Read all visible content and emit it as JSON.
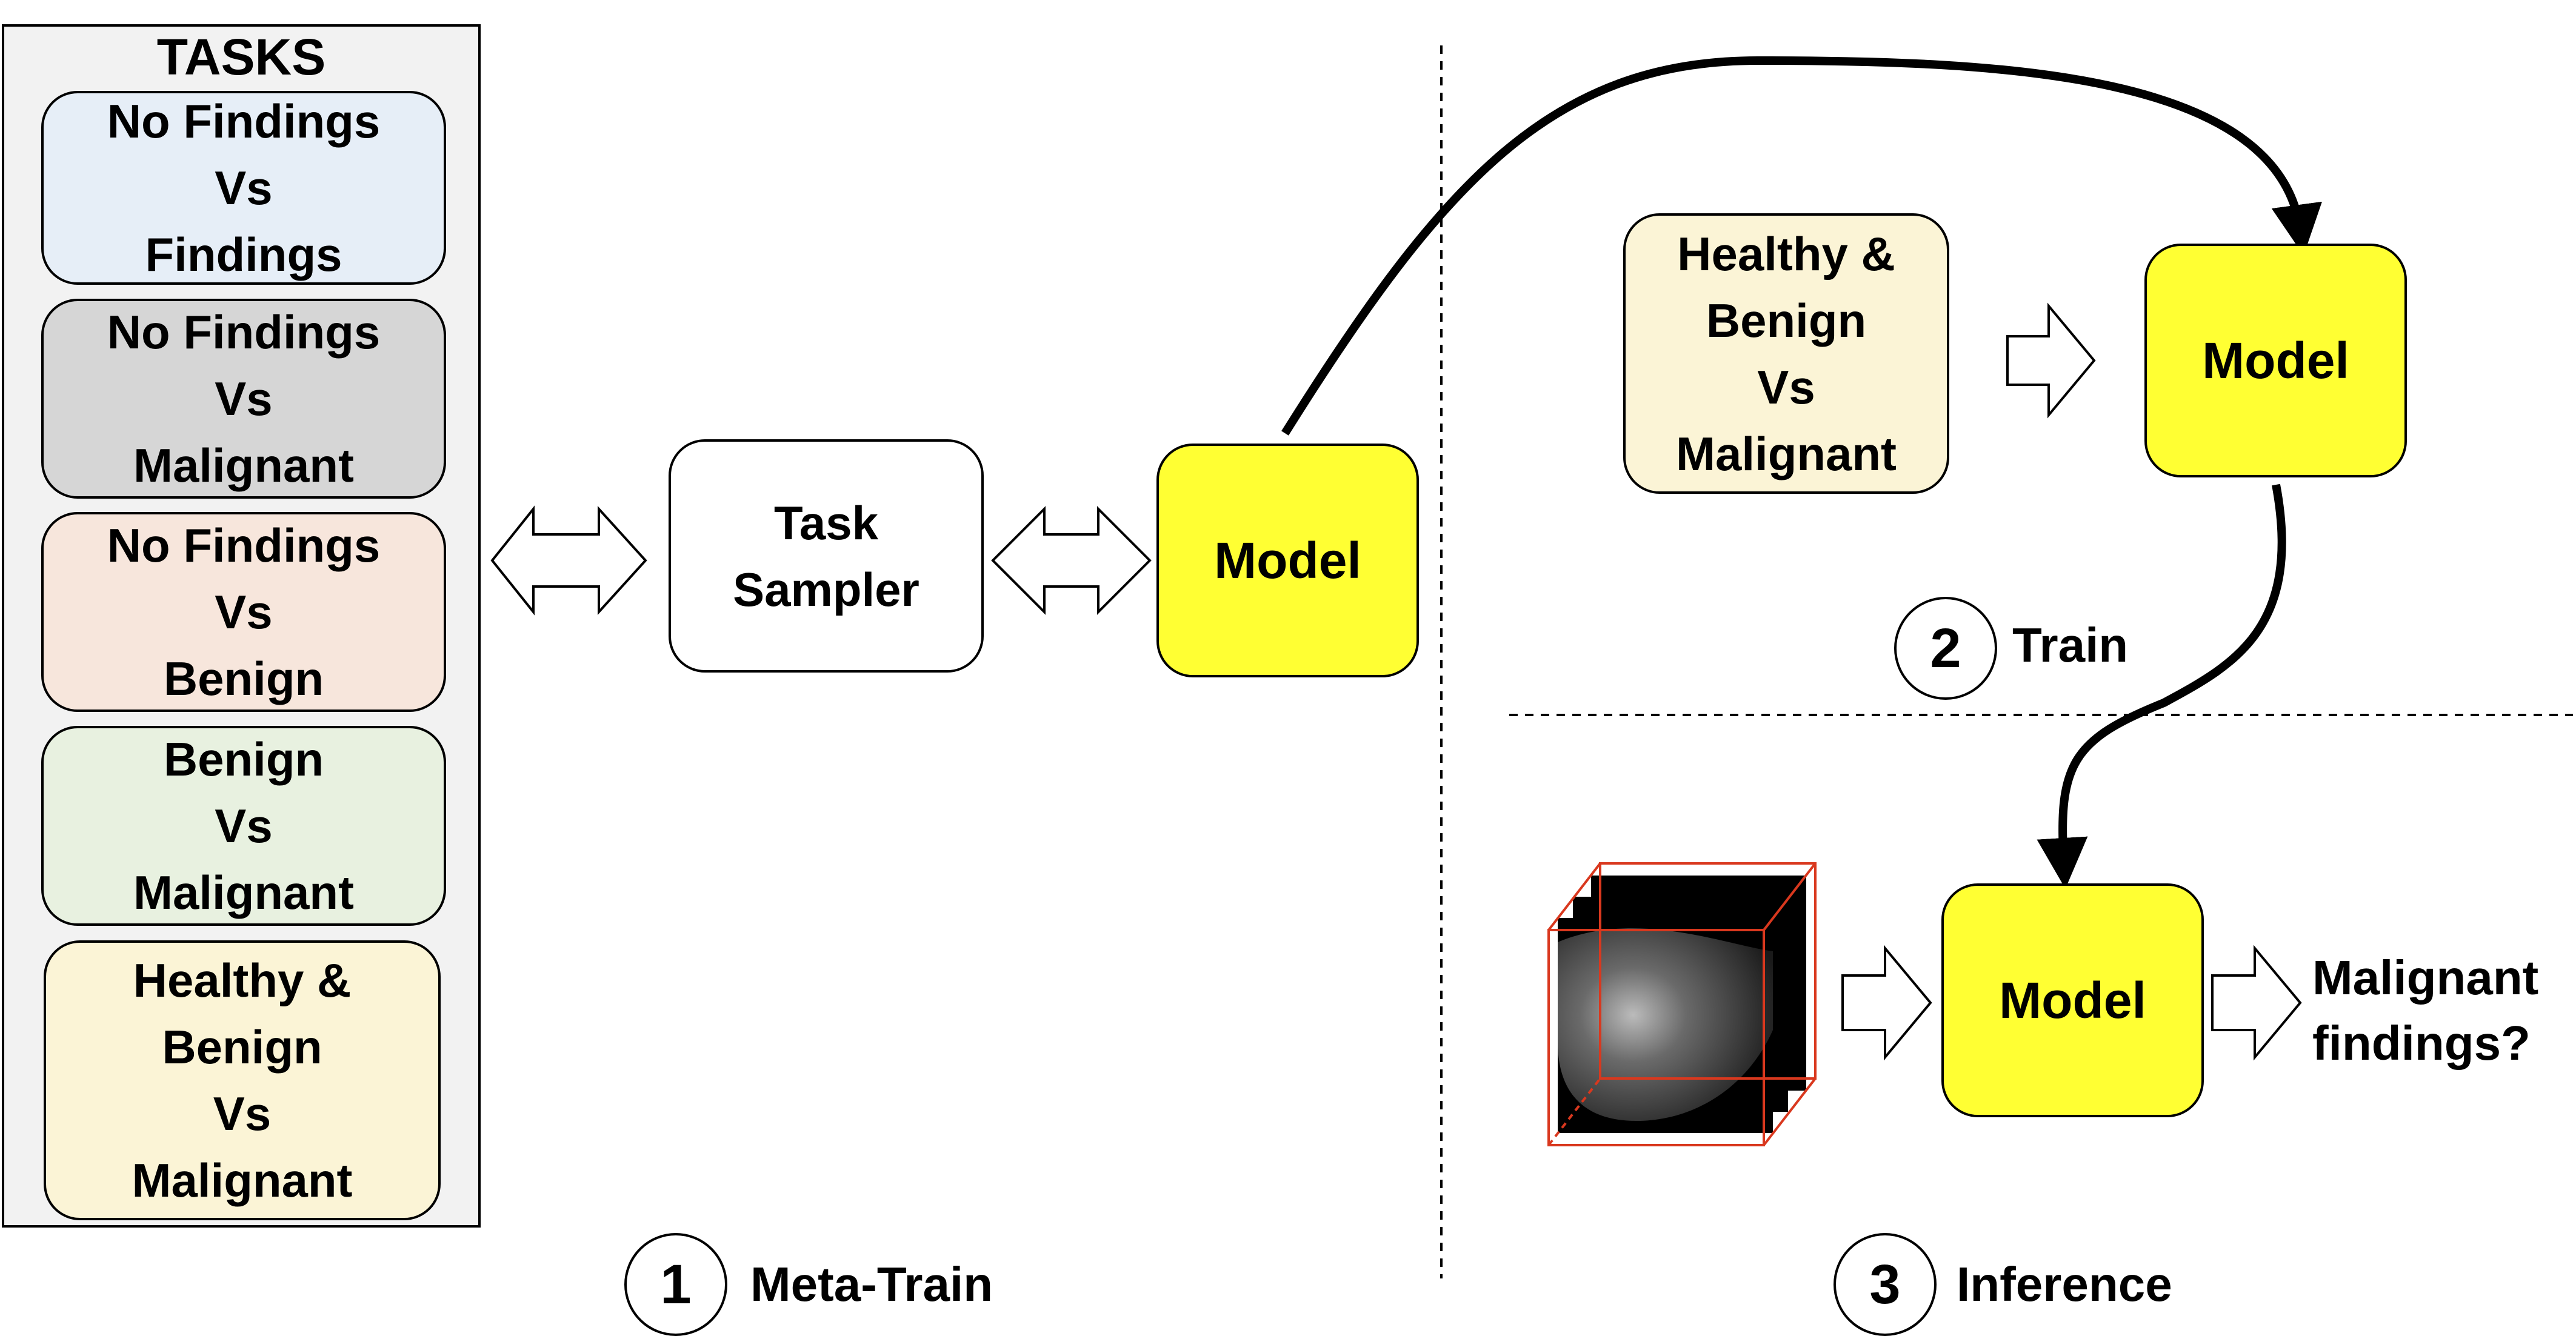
{
  "tasks_panel": {
    "title": "TASKS",
    "items": [
      {
        "label": "No Findings\nVs\nFindings",
        "color": "#e6eef7"
      },
      {
        "label": "No Findings\nVs\nMalignant",
        "color": "#d6d6d6"
      },
      {
        "label": "No Findings\nVs\nBenign",
        "color": "#f7e6dc"
      },
      {
        "label": "Benign\nVs\nMalignant",
        "color": "#e8f1e0"
      },
      {
        "label": "Healthy &\nBenign\nVs\nMalignant",
        "color": "#fbf4d6"
      }
    ]
  },
  "task_sampler": {
    "label": "Task\nSampler"
  },
  "model_label": "Model",
  "train_task": {
    "label": "Healthy &\nBenign\nVs\nMalignant",
    "color": "#fbf4d6"
  },
  "steps": [
    {
      "number": "1",
      "label": "Meta-Train"
    },
    {
      "number": "2",
      "label": "Train"
    },
    {
      "number": "3",
      "label": "Inference"
    }
  ],
  "output_label": "Malignant\nfindings?",
  "colors": {
    "model": "#ffff33",
    "panel": "#f2f2f2",
    "volume_frame": "#d9381e"
  }
}
